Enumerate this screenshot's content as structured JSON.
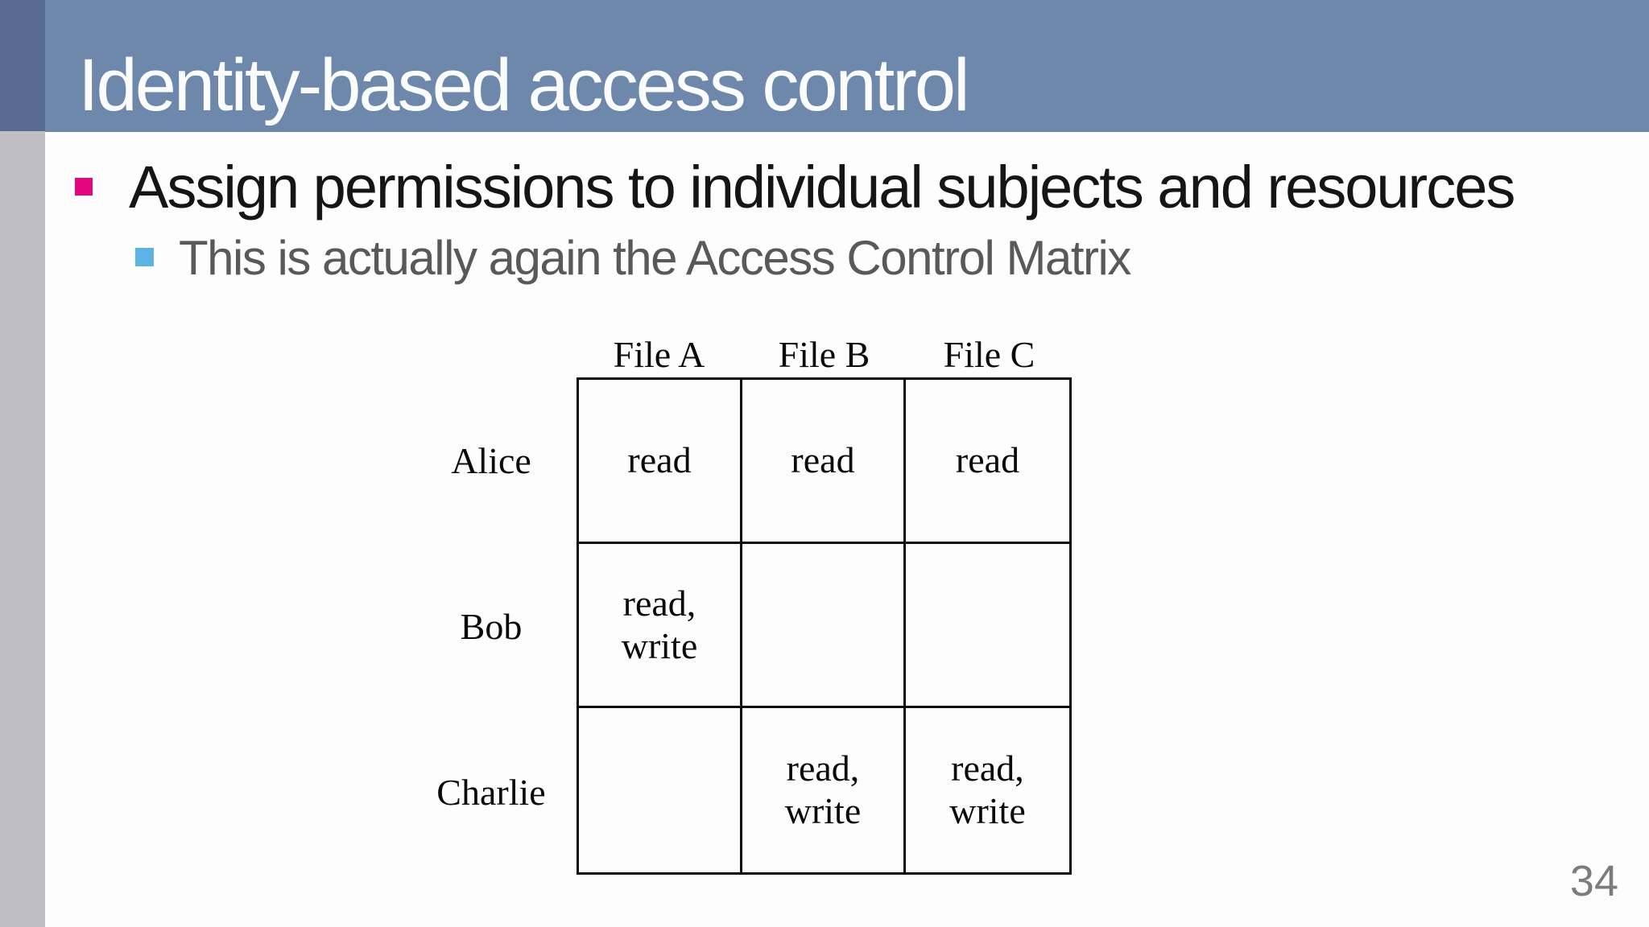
{
  "slide": {
    "title": "Identity-based access control",
    "page_number": "34"
  },
  "bullets": {
    "main": "Assign permissions to individual subjects and resources",
    "sub": "This is actually again the Access Control Matrix"
  },
  "matrix": {
    "column_headers": [
      "File A",
      "File B",
      "File C"
    ],
    "row_headers": [
      "Alice",
      "Bob",
      "Charlie"
    ],
    "cells": [
      [
        "read",
        "read",
        "read"
      ],
      [
        "read,\nwrite",
        "",
        ""
      ],
      [
        "",
        "read,\nwrite",
        "read,\nwrite"
      ]
    ]
  },
  "colors": {
    "title_bar": "#6e88ac",
    "corner_block": "#5a6b92",
    "left_strip": "#bfbec3",
    "bullet_main_accent": "#e2077c",
    "bullet_sub_accent": "#5cb3e4",
    "main_text": "#151515",
    "sub_text": "#595959",
    "table_ink": "#0a0a0a",
    "page_number": "#7c7c7f"
  }
}
